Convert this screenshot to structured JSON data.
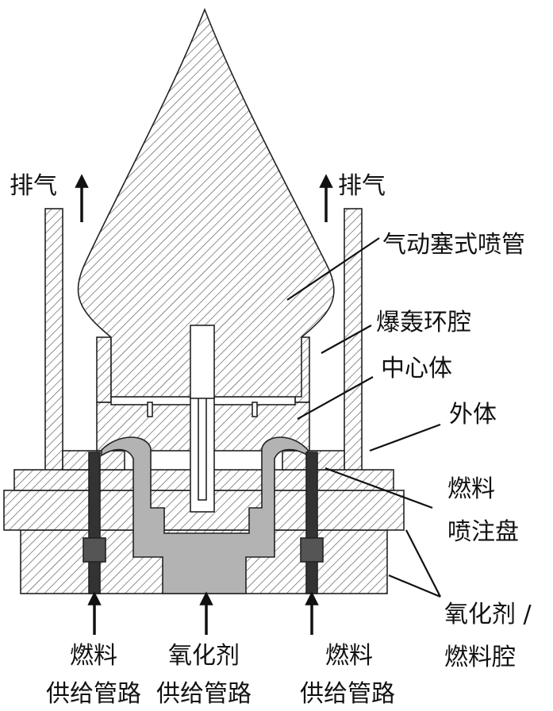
{
  "labels": {
    "exhaust_left": "排气",
    "exhaust_right": "排气",
    "aerospike_nozzle": "气动塞式喷管",
    "detonation_annulus": "爆轰环腔",
    "center_body": "中心体",
    "outer_body": "外体",
    "fuel_injector_line1": "燃料",
    "fuel_injector_line2": "喷注盘",
    "plenum_line1": "氧化剂 /",
    "plenum_line2": "燃料腔",
    "fuel_supply_left_line1": "燃料",
    "fuel_supply_left_line2": "供给管路",
    "oxidizer_supply_line1": "氧化剂",
    "oxidizer_supply_line2": "供给管路",
    "fuel_supply_right_line1": "燃料",
    "fuel_supply_right_line2": "供给管路"
  },
  "colors": {
    "line": "#222222",
    "oxidizer_channel": "#b3b3b3",
    "fuel_line": "#333333"
  }
}
